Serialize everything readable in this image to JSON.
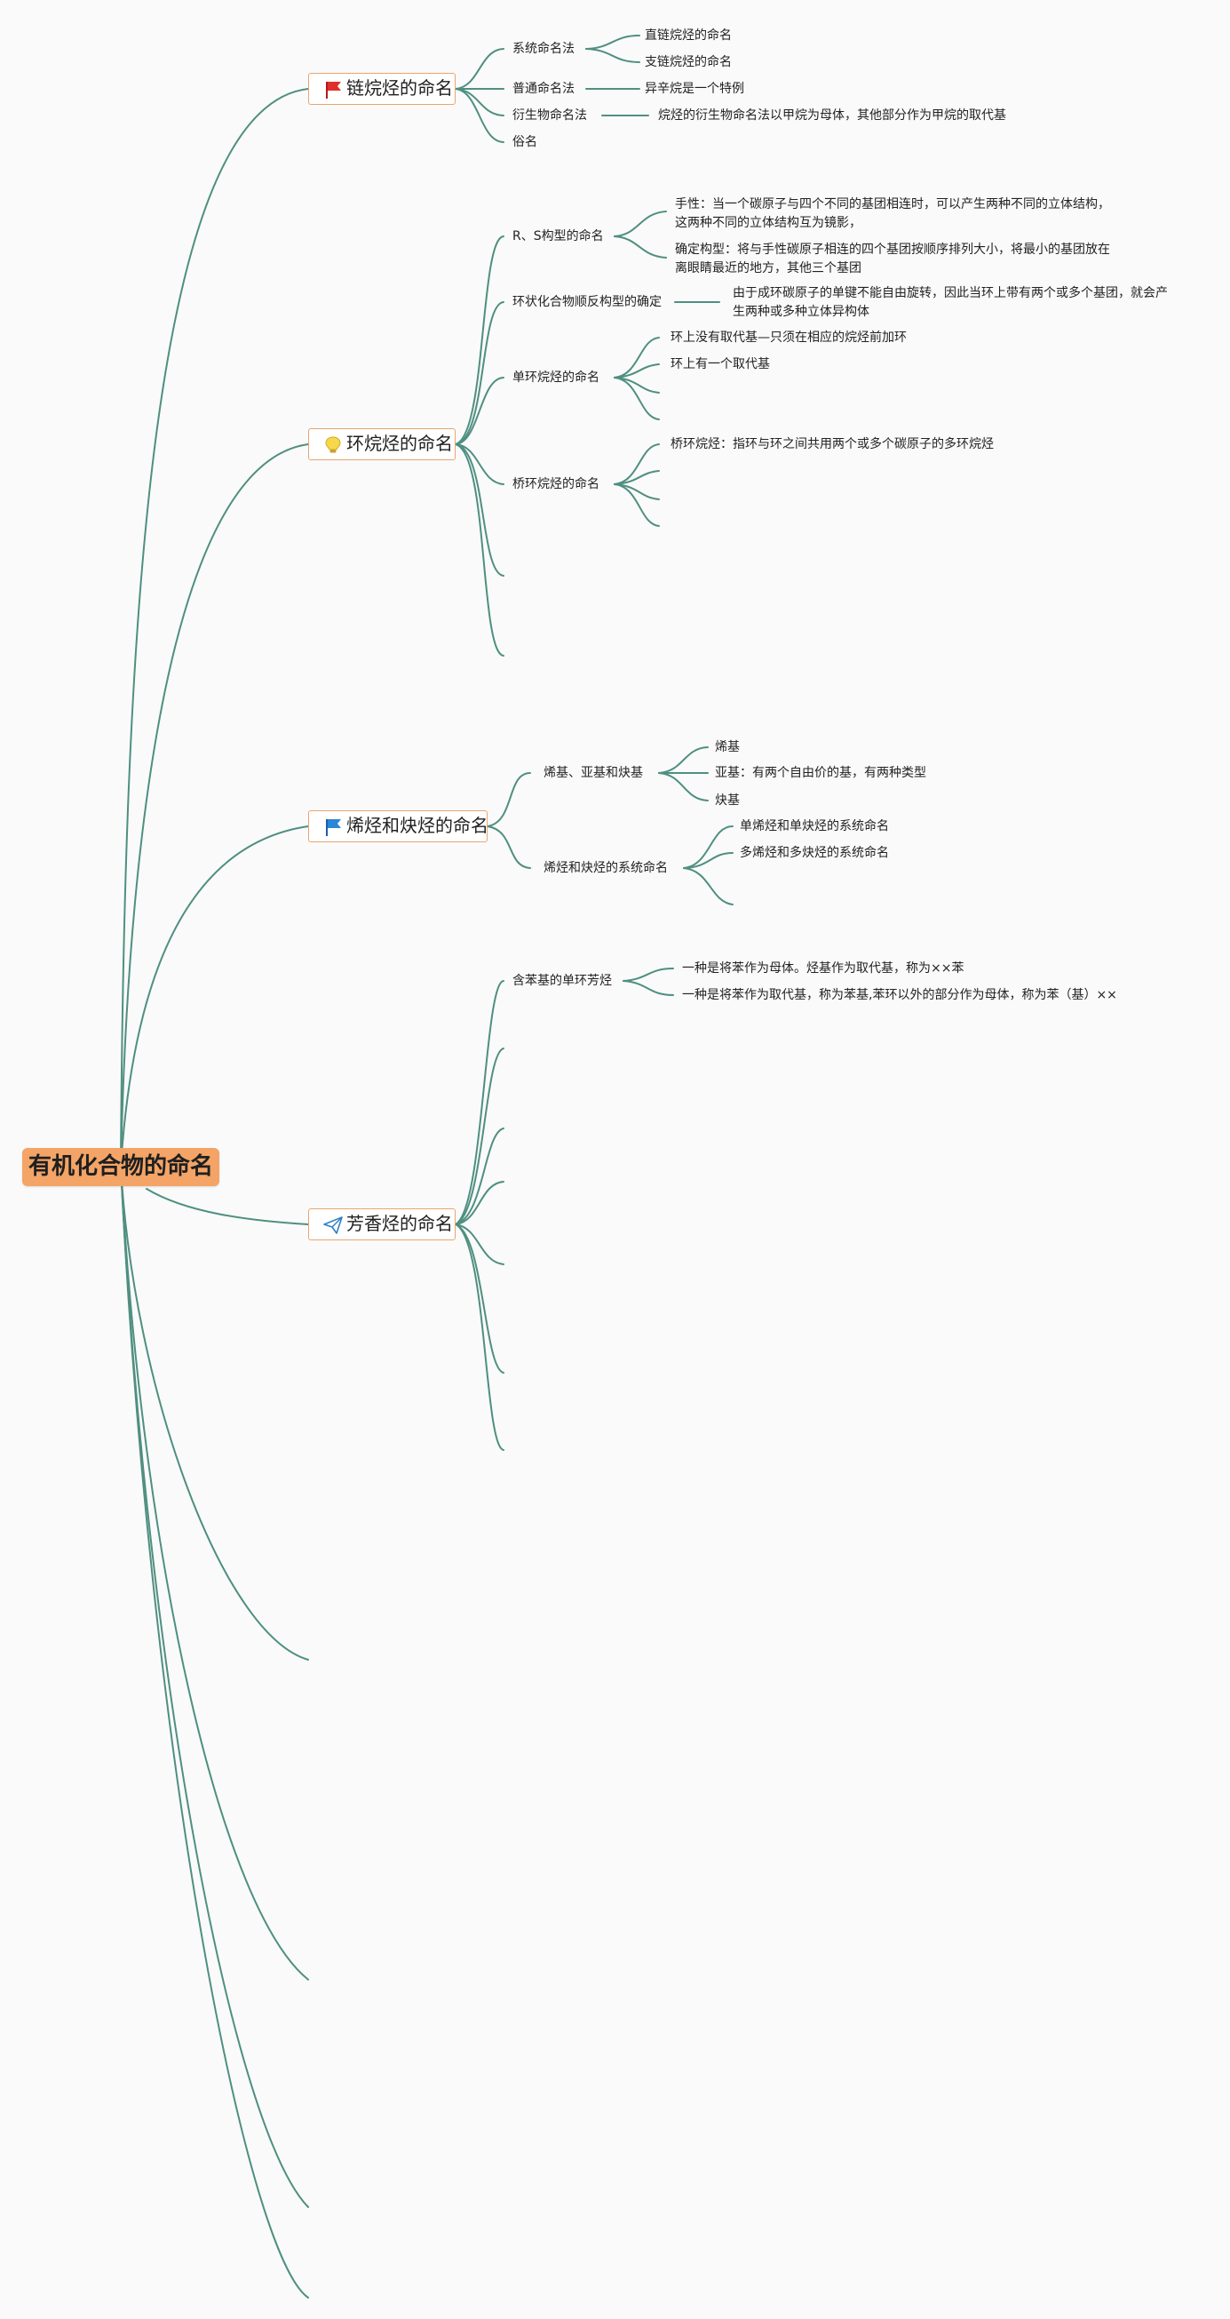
{
  "root": {
    "label": "有机化合物的命名"
  },
  "colors": {
    "line": "#4f8f80",
    "root_fill": "#f3a466",
    "topic_border": "#e8a56f"
  },
  "branches": [
    {
      "label": "链烷烃的命名",
      "icon": "red-flag-icon",
      "children": [
        {
          "label": "系统命名法",
          "children": [
            "直链烷烃的命名",
            "支链烷烃的命名"
          ]
        },
        {
          "label": "普通命名法",
          "children": [
            "异辛烷是一个特例"
          ]
        },
        {
          "label": "衍生物命名法",
          "children": [
            "烷烃的衍生物命名法以甲烷为母体，其他部分作为甲烷的取代基"
          ]
        },
        {
          "label": "俗名",
          "children": []
        }
      ]
    },
    {
      "label": "环烷烃的命名",
      "icon": "lightbulb-icon",
      "children": [
        {
          "label": "R、S构型的命名",
          "children": [
            "手性：当一个碳原子与四个不同的基团相连时，可以产生两种不同的立体结构，这两种不同的立体结构互为镜影，",
            "确定构型：将与手性碳原子相连的四个基团按顺序排列大小，将最小的基团放在离眼睛最近的地方，其他三个基团"
          ]
        },
        {
          "label": "环状化合物顺反构型的确定",
          "children": [
            "由于成环碳原子的单键不能自由旋转，因此当环上带有两个或多个基团，就会产生两种或多种立体异构体"
          ]
        },
        {
          "label": "单环烷烃的命名",
          "children": [
            "环上没有取代基—只须在相应的烷烃前加环",
            "环上有一个取代基",
            "",
            ""
          ]
        },
        {
          "label": "桥环烷烃的命名",
          "children": [
            "桥环烷烃：指环与环之间共用两个或多个碳原子的多环烷烃",
            "",
            "",
            ""
          ]
        },
        {
          "label": "",
          "children": []
        },
        {
          "label": "",
          "children": []
        }
      ]
    },
    {
      "label": "烯烃和炔烃的命名",
      "icon": "blue-flag-icon",
      "children": [
        {
          "label": "烯基、亚基和炔基",
          "children": [
            "烯基",
            "亚基：有两个自由价的基，有两种类型",
            "炔基"
          ]
        },
        {
          "label": "烯烃和炔烃的系统命名",
          "children": [
            "单烯烃和单炔烃的系统命名",
            "多烯烃和多炔烃的系统命名",
            ""
          ]
        }
      ]
    },
    {
      "label": "芳香烃的命名",
      "icon": "paper-plane-icon",
      "children": [
        {
          "label": "含苯基的单环芳烃",
          "children": [
            "一种是将苯作为母体。烃基作为取代基，称为××苯",
            "一种是将苯作为取代基，称为苯基,苯环以外的部分作为母体，称为苯（基）××"
          ]
        },
        {
          "label": "",
          "children": []
        },
        {
          "label": "",
          "children": []
        },
        {
          "label": "",
          "children": []
        },
        {
          "label": "",
          "children": []
        },
        {
          "label": "",
          "children": []
        },
        {
          "label": "",
          "children": []
        }
      ]
    },
    {
      "label": "",
      "icon": "",
      "children": []
    },
    {
      "label": "",
      "icon": "",
      "children": []
    },
    {
      "label": "",
      "icon": "",
      "children": []
    },
    {
      "label": "",
      "icon": "",
      "children": []
    }
  ]
}
